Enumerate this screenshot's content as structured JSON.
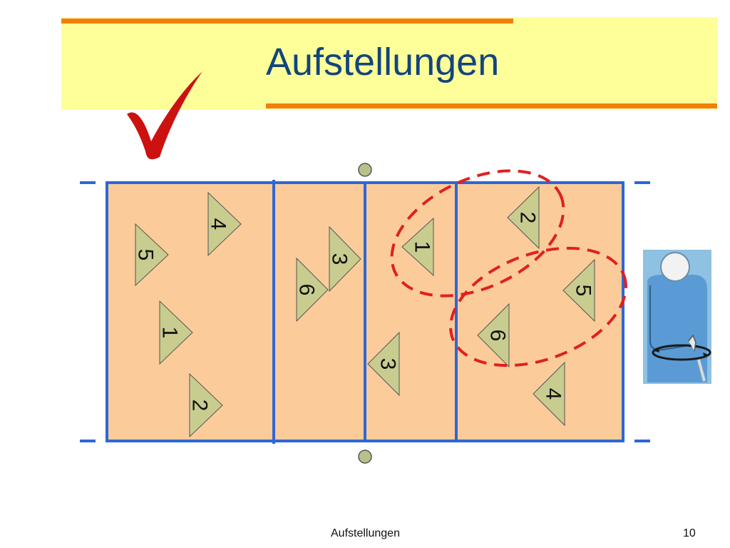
{
  "slide": {
    "title": "Aufstellungen",
    "footer_title": "Aufstellungen",
    "page_number": "10"
  },
  "colors": {
    "title_band": "#ffff99",
    "accent_bar": "#f27f0c",
    "title_text": "#12457e",
    "court_fill": "#fccb9a",
    "court_line": "#2e67d6",
    "player_fill": "#c8cc8e",
    "checkmark": "#cc1111",
    "group_ellipse": "#e02020",
    "referee_panel": "#8fc1e2",
    "referee_body": "#5b9bd5"
  },
  "players": [
    {
      "number": "4",
      "team": "left"
    },
    {
      "number": "5",
      "team": "left"
    },
    {
      "number": "1",
      "team": "left"
    },
    {
      "number": "2",
      "team": "left"
    },
    {
      "number": "3",
      "team": "left"
    },
    {
      "number": "6",
      "team": "left"
    },
    {
      "number": "1",
      "team": "right"
    },
    {
      "number": "3",
      "team": "right"
    },
    {
      "number": "2",
      "team": "right"
    },
    {
      "number": "5",
      "team": "right"
    },
    {
      "number": "6",
      "team": "right"
    },
    {
      "number": "4",
      "team": "right"
    }
  ],
  "icons": [
    "checkmark-icon",
    "referee-signal-icon",
    "net-post-icon"
  ]
}
